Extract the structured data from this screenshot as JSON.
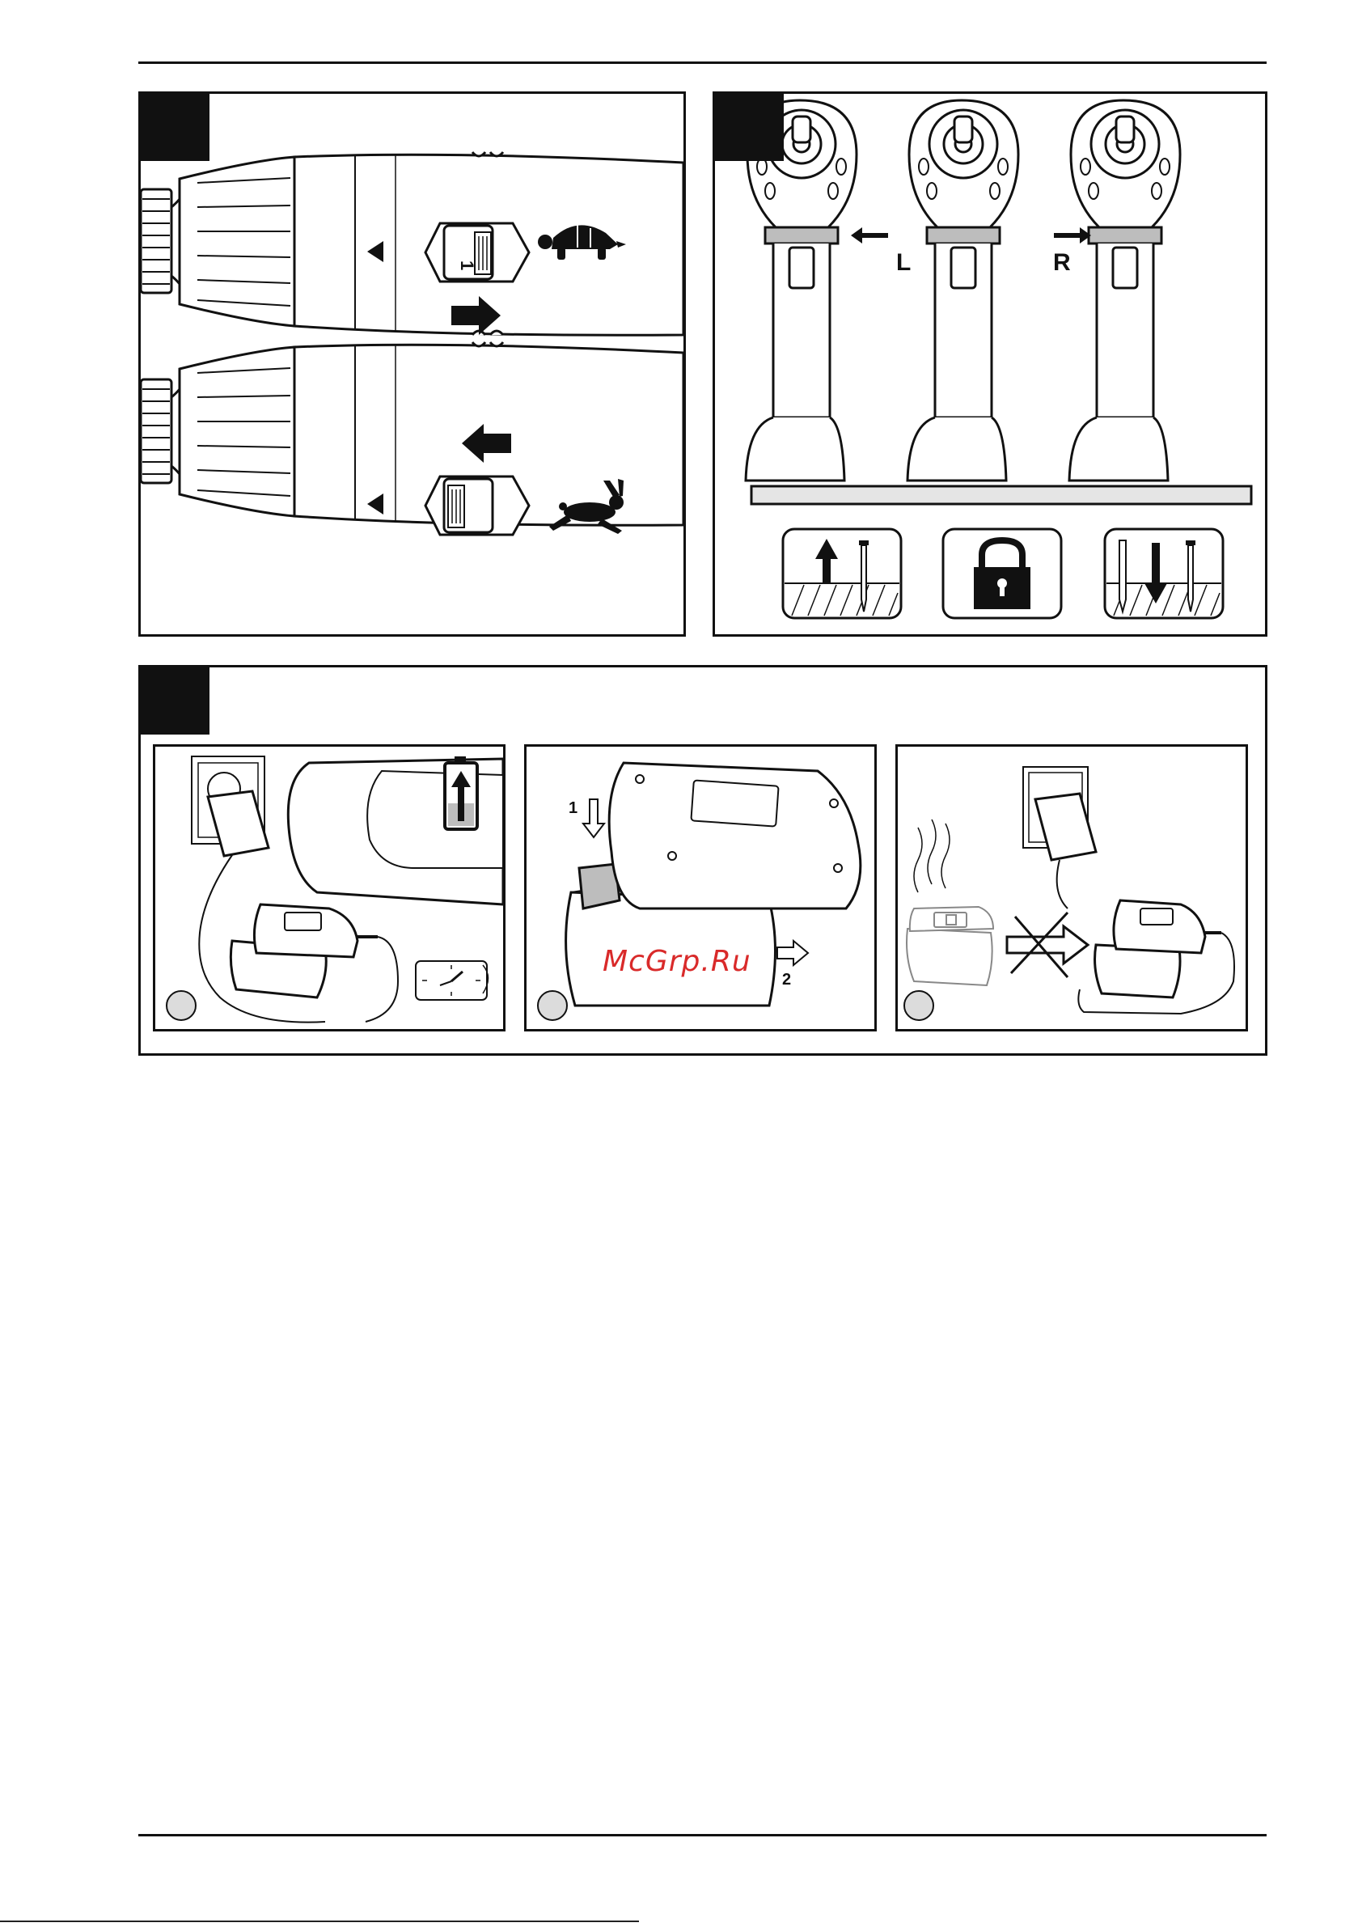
{
  "figure_a": {
    "switch_number": "1"
  },
  "figure_b": {
    "left_label": "L",
    "right_label": "R"
  },
  "figure_c": {
    "step_1": "1",
    "step_2": "2"
  },
  "watermark": "McGrp.Ru",
  "colors": {
    "ink": "#111111",
    "gray_fill": "#bdbdbd",
    "watermark": "#d92a2a"
  },
  "icons": {
    "slow_speed": "turtle-icon",
    "fast_speed": "rabbit-icon",
    "unscrew": "arrow-up-screw-icon",
    "locked": "padlock-icon",
    "screw_in": "arrow-down-drill-screw-icon",
    "charging_time": "clock-icon"
  }
}
